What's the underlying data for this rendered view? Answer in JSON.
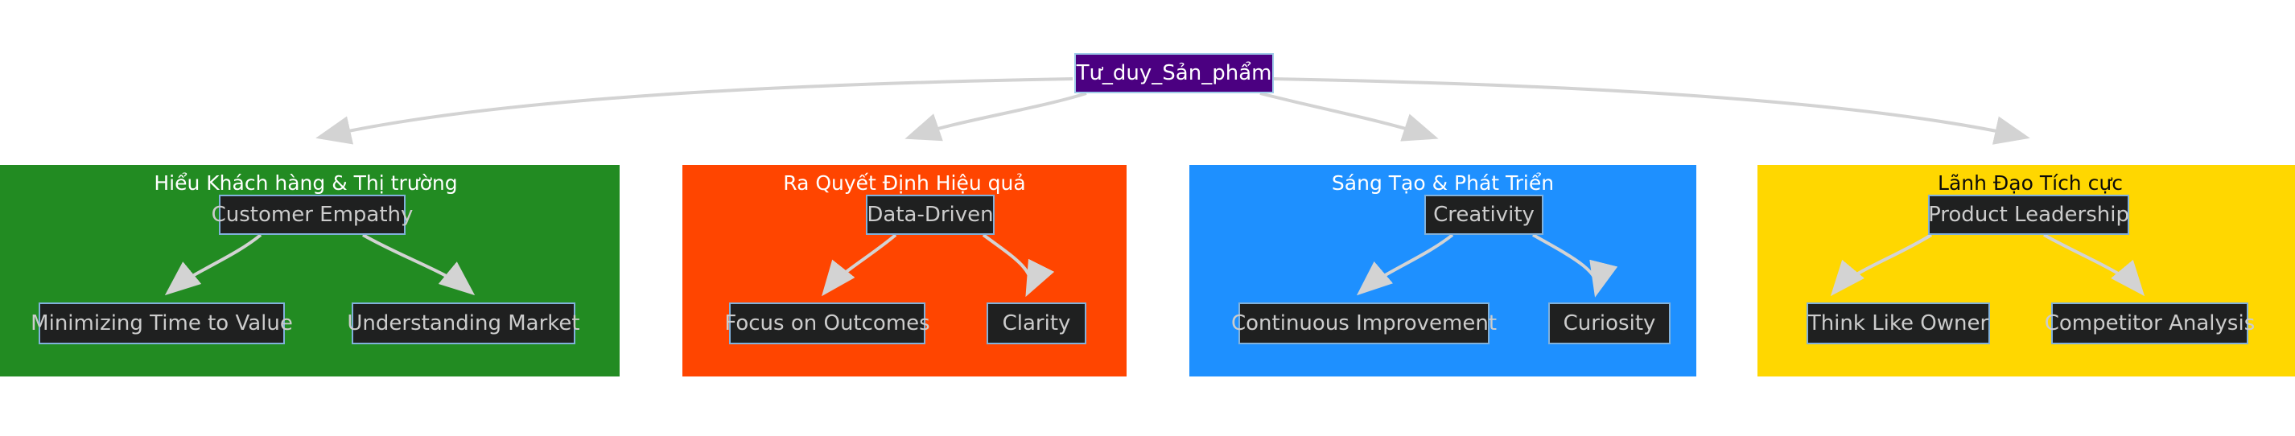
{
  "diagram": {
    "type": "flowchart-tree",
    "background_color": "#ffffff",
    "edge_color": "#d3d3d3",
    "node_fill": "#1f2020",
    "node_border": "#81b1db",
    "node_text_color": "#cccccc",
    "root": {
      "label": "Tư_duy_Sản_phẩm",
      "fill": "#4b0081",
      "border": "#9ecbe8",
      "text_color": "#ffffff"
    },
    "clusters": [
      {
        "id": "cluster-understanding",
        "title": "Hiểu Khách hàng & Thị trường",
        "fill": "#228b22",
        "title_color": "#ffffff",
        "parent": {
          "label": "Customer Empathy"
        },
        "children": [
          {
            "label": "Minimizing Time to Value"
          },
          {
            "label": "Understanding Market"
          }
        ]
      },
      {
        "id": "cluster-decision",
        "title": "Ra Quyết Định Hiệu quả",
        "fill": "#ff4500",
        "title_color": "#ffffff",
        "parent": {
          "label": "Data-Driven"
        },
        "children": [
          {
            "label": "Focus on Outcomes"
          },
          {
            "label": "Clarity"
          }
        ]
      },
      {
        "id": "cluster-creativity",
        "title": "Sáng Tạo & Phát Triển",
        "fill": "#1e90ff",
        "title_color": "#ffffff",
        "parent": {
          "label": "Creativity"
        },
        "children": [
          {
            "label": "Continuous Improvement"
          },
          {
            "label": "Curiosity"
          }
        ]
      },
      {
        "id": "cluster-leadership",
        "title": "Lãnh Đạo Tích cực",
        "fill": "#ffd700",
        "title_color": "#0b0b0b",
        "parent": {
          "label": "Product Leadership"
        },
        "children": [
          {
            "label": "Think Like Owner"
          },
          {
            "label": "Competitor Analysis"
          }
        ]
      }
    ]
  }
}
